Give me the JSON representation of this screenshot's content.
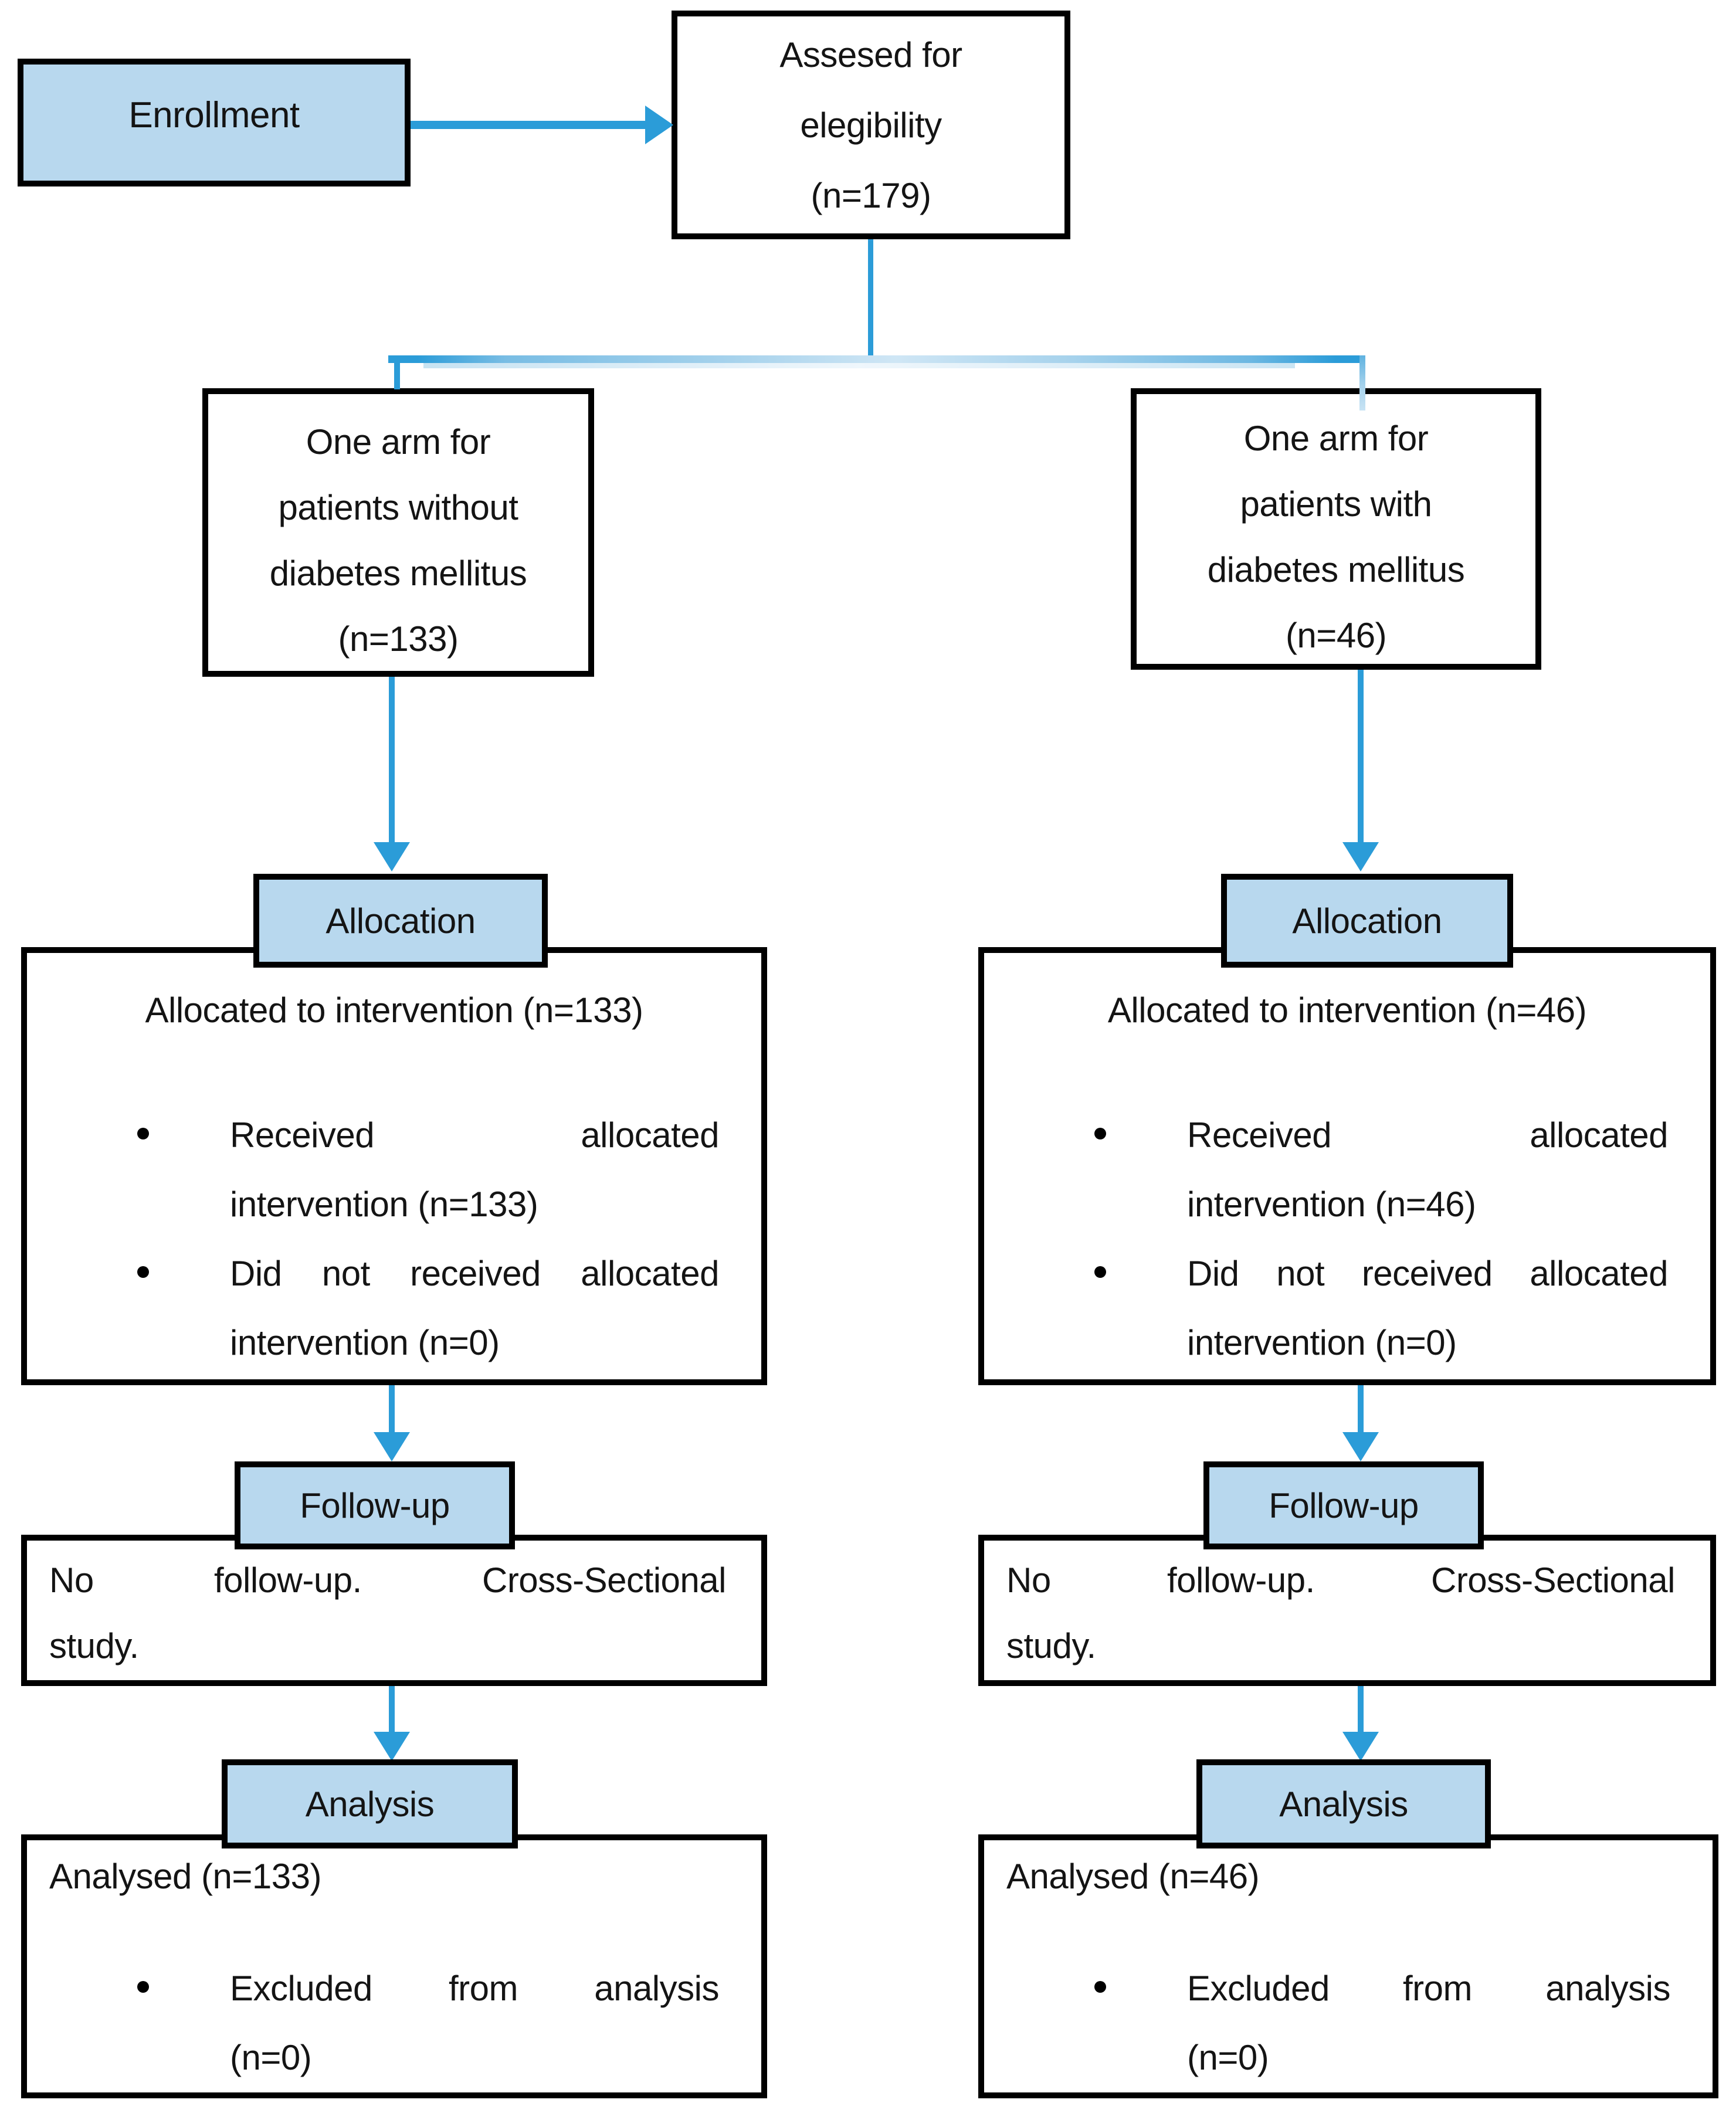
{
  "colors": {
    "box_fill": "#b8d8ee",
    "arrow_blue": "#2b9cd8",
    "border_black": "#000000",
    "connector_light": "#a6d2ec"
  },
  "enrollment": {
    "label": "Enrollment"
  },
  "eligibility": {
    "lines": [
      "Assesed for",
      "elegibility",
      "(n=179)"
    ]
  },
  "arms": {
    "left": {
      "lines": [
        "One arm for",
        "patients without",
        "diabetes mellitus",
        "(n=133)"
      ]
    },
    "right": {
      "lines": [
        "One arm for",
        "patients with",
        "diabetes mellitus",
        "(n=46)"
      ]
    }
  },
  "allocation": {
    "label": "Allocation",
    "left": {
      "heading": "Allocated to intervention (n=133)",
      "bullets": [
        {
          "lines": [
            "Received allocated",
            "intervention (n=133)"
          ]
        },
        {
          "lines": [
            "Did not received allocated",
            "intervention (n=0)"
          ]
        }
      ]
    },
    "right": {
      "heading": "Allocated to intervention (n=46)",
      "bullets": [
        {
          "lines": [
            "Received allocated",
            "intervention (n=46)"
          ]
        },
        {
          "lines": [
            "Did not received allocated",
            "intervention (n=0)"
          ]
        }
      ]
    }
  },
  "followup": {
    "label": "Follow-up",
    "left": {
      "lines": [
        "No follow-up. Cross-Sectional",
        "study."
      ]
    },
    "right": {
      "lines": [
        "No follow-up. Cross-Sectional",
        "study."
      ]
    }
  },
  "analysis": {
    "label": "Analysis",
    "left": {
      "heading": "Analysed (n=133)",
      "bullets": [
        {
          "lines": [
            "Excluded from analysis",
            "(n=0)"
          ]
        }
      ]
    },
    "right": {
      "heading": "Analysed (n=46)",
      "bullets": [
        {
          "lines": [
            "Excluded from analysis",
            "(n=0)"
          ]
        }
      ]
    }
  }
}
